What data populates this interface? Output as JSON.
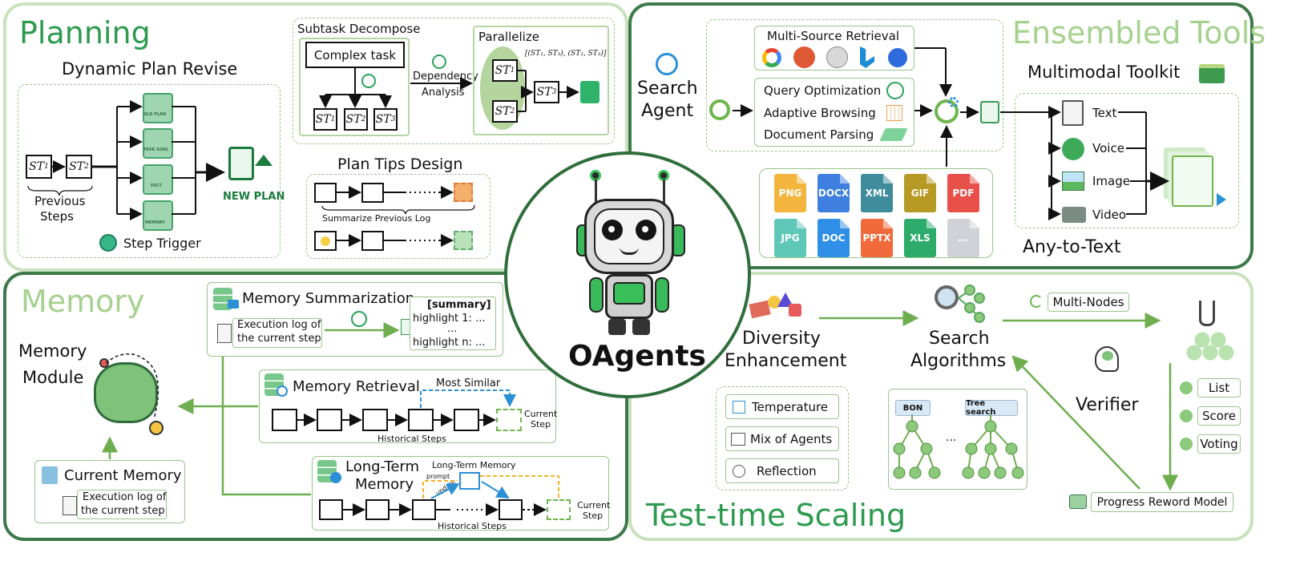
{
  "center": {
    "title": "OAgents"
  },
  "planning": {
    "title": "Planning",
    "dynamic_plan_revise": "Dynamic Plan Revise",
    "st1": "ST",
    "st2": "ST",
    "sub1": "1",
    "sub2": "2",
    "previous_steps_1": "Previous",
    "previous_steps_2": "Steps",
    "step_trigger": "Step Trigger",
    "old_plan": "OLD PLAN",
    "task_goal": "TASK GOAL",
    "fact": "FACT",
    "memory": "MEMORY",
    "new_plan": "NEW PLAN",
    "subtask_decompose": "Subtask Decompose",
    "complex_task": "Complex task",
    "parallelize": "Parallelize",
    "pairs": "[(ST₁, ST₃), (ST₂, ST₃)]",
    "dependency_1": "Dependency",
    "dependency_2": "Analysis",
    "plan_tips_design": "Plan Tips Design",
    "summarize_previous_log": "Summarize Previous Log",
    "sub3": "3"
  },
  "tools": {
    "title": "Ensembled Tools",
    "search_agent_1": "Search",
    "search_agent_2": "Agent",
    "multi_source_retrieval": "Multi-Source Retrieval",
    "query_optimization": "Query Optimization",
    "adaptive_browsing": "Adaptive Browsing",
    "document_parsing": "Document Parsing",
    "multimodal_toolkit": "Multimodal Toolkit",
    "text": "Text",
    "voice": "Voice",
    "image": "Image",
    "video": "Video",
    "any_to_text": "Any-to-Text",
    "file_types": [
      {
        "label": "PNG",
        "color": "#f4b53f"
      },
      {
        "label": "DOCX",
        "color": "#3f7fe0"
      },
      {
        "label": "XML",
        "color": "#3f8d9c"
      },
      {
        "label": "GIF",
        "color": "#b79a23"
      },
      {
        "label": "PDF",
        "color": "#e8504a"
      },
      {
        "label": "JPG",
        "color": "#5fc7b8"
      },
      {
        "label": "DOC",
        "color": "#2f8fe6"
      },
      {
        "label": "PPTX",
        "color": "#f06a3c"
      },
      {
        "label": "XLS",
        "color": "#2dab6b"
      },
      {
        "label": "...",
        "color": "#cfd2d6"
      }
    ]
  },
  "memory": {
    "title": "Memory",
    "memory_module_1": "Memory",
    "memory_module_2": "Module",
    "memory_summarization": "Memory Summarization",
    "execution_log_1": "Execution log of",
    "execution_log_2": "the current step",
    "summary": "[summary]",
    "highlight_1": "highlight 1: ...",
    "ellipsis": "...",
    "highlight_n": "highlight n: ...",
    "memory_retrieval": "Memory Retrieval",
    "most_similar": "Most Similar",
    "current_step_1": "Current",
    "current_step_2": "Step",
    "historical_steps": "Historical Steps",
    "current_memory": "Current Memory",
    "long_term_memory_1": "Long-Term",
    "long_term_memory_2": "Memory",
    "long_term_memory_label": "Long-Term Memory",
    "prompt": "prompt",
    "update": "update"
  },
  "tts": {
    "title": "Test-time Scaling",
    "diversity_1": "Diversity",
    "diversity_2": "Enhancement",
    "search_1": "Search",
    "search_2": "Algorithms",
    "multi_nodes": "Multi-Nodes",
    "verifier": "Verifier",
    "temperature": "Temperature",
    "mix_of_agents": "Mix of Agents",
    "reflection": "Reflection",
    "bon": "BON",
    "tree_search": "Tree search",
    "dots": "...",
    "list": "List",
    "score": "Score",
    "voting": "Voting",
    "progress_reward_model": "Progress Reword Model"
  },
  "colors": {
    "green": "#2e9a4f",
    "light_green": "#a6d18f",
    "accent_blue": "#2b8fd6"
  }
}
